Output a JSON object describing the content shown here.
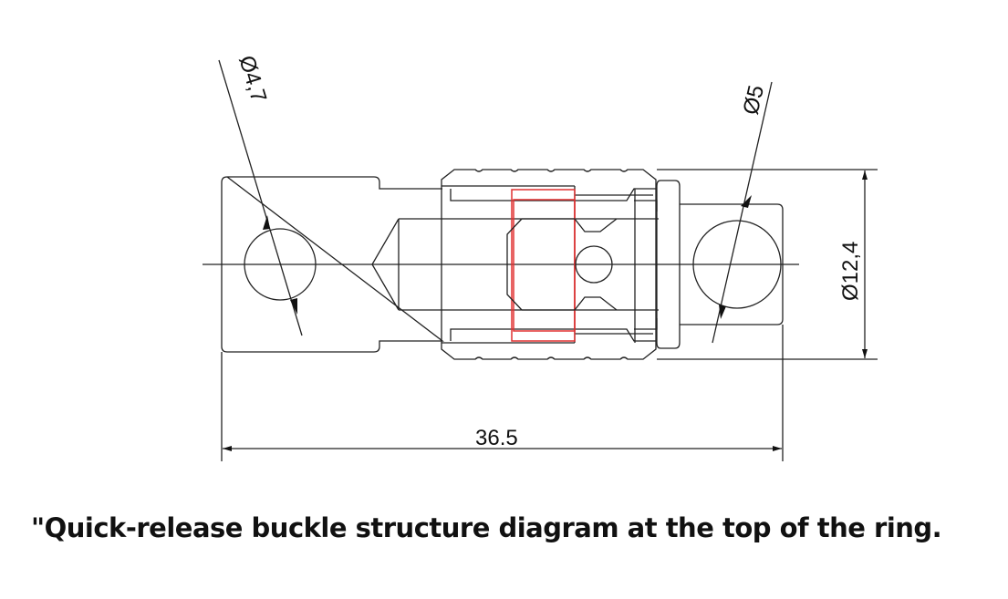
{
  "dimensions": {
    "left_hole_diameter": "Ø4,7",
    "right_hole_diameter": "Ø5",
    "overall_height": "Ø12,4",
    "overall_length": "36.5"
  },
  "caption": "\"Quick-release buckle structure diagram at the top of the ring.",
  "colors": {
    "lines": "#222222",
    "highlight": "#e03030"
  }
}
